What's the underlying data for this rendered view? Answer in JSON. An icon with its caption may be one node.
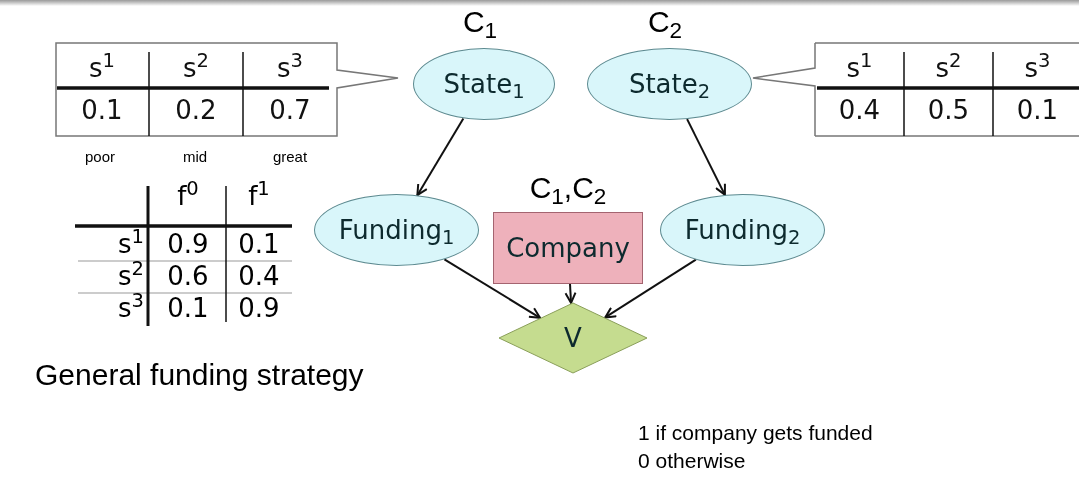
{
  "diagram": {
    "nodes": [
      {
        "text": [
          "s$^{1}$",
          "s$^{2}$",
          "s$^{3}$",
          "0.1",
          "0.2",
          "0.7"
        ]
      },
      {
        "text": [
          "State$_{1}$"
        ],
        "beside": [
          "C$_{1}$"
        ]
      },
      {
        "text": [
          "State$_{2}$"
        ],
        "beside": [
          "C$_{2}$"
        ]
      },
      {
        "text": [
          "s$^{1}$",
          "s$^{2}$",
          "s$^{3}$",
          "0.4",
          "0.5",
          "0.1"
        ]
      },
      {
        "text": [
          "Funding$_{1}$"
        ]
      },
      {
        "text": [
          "Company"
        ],
        "beside": [
          "C$_{1}$,C$_{2}$"
        ]
      },
      {
        "text": [
          "Funding$_{2}$"
        ]
      },
      {
        "text": [
          "V"
        ]
      }
    ],
    "edges": [
      {
        "from": 1,
        "to": 4,
        "arrow": "to"
      },
      {
        "from": 2,
        "to": 6,
        "arrow": "to"
      },
      {
        "from": 4,
        "to": 7,
        "arrow": "to"
      },
      {
        "from": 5,
        "to": 7,
        "arrow": "to"
      },
      {
        "from": 6,
        "to": 7,
        "arrow": "to"
      }
    ],
    "labels": [
      "poor",
      "mid",
      "great",
      "f$^{0}$",
      "f$^{1}$",
      "s$^{1}$",
      "0.9",
      "0.1",
      "s$^{2}$",
      "0.6",
      "0.4",
      "s$^{3}$",
      "0.1",
      "0.9",
      "General funding strategy",
      "1 if company gets funded",
      "0 otherwise"
    ]
  }
}
